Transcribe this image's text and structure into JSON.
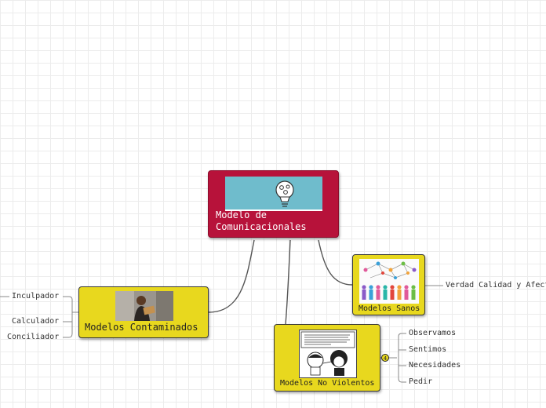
{
  "root": {
    "label": "Modelo de Comunicacionales"
  },
  "nodes": {
    "sanos": {
      "label": "Modelos Sanos",
      "children": [
        "Verdad Calidad y Afecto"
      ]
    },
    "contaminados": {
      "label": "Modelos Contaminados",
      "children": [
        "Inculpador",
        "Calculador",
        "Conciliador"
      ]
    },
    "noviolentos": {
      "label": "Modelos No Violentos",
      "children": [
        "Observamos",
        "Sentimos",
        "Necesidades",
        "Pedir"
      ]
    }
  },
  "colors": {
    "root": "#b7123a",
    "node": "#e8d81e",
    "connector": "#555555",
    "image_blue": "#6fbccc"
  },
  "icons": {
    "root_image": "lightbulb-icon",
    "sanos_image": "people-network-icon",
    "contaminados_image": "person-photo",
    "noviolentos_image": "comic-strip"
  }
}
